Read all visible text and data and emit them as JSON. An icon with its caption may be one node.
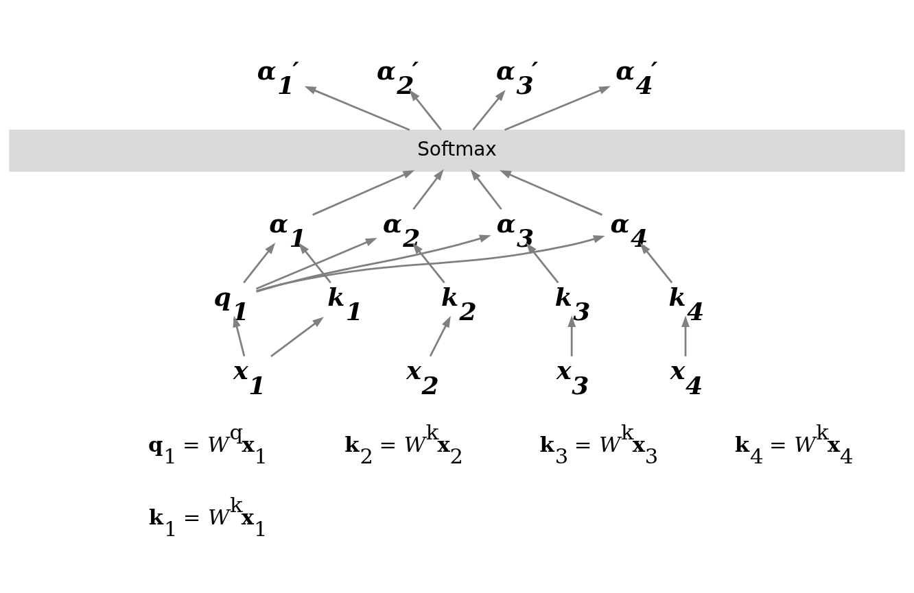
{
  "diagram": {
    "nodes": [
      {
        "text": [
          "α$_{1}$′"
        ]
      },
      {
        "text": [
          "α$_{2}$′"
        ]
      },
      {
        "text": [
          "α$_{3}$′"
        ]
      },
      {
        "text": [
          "α$_{4}$′"
        ]
      },
      {
        "text": [
          "Softmax"
        ]
      },
      {
        "text": [
          "α$_{1}$"
        ]
      },
      {
        "text": [
          "α$_{2}$"
        ]
      },
      {
        "text": [
          "α$_{3}$"
        ]
      },
      {
        "text": [
          "α$_{4}$"
        ]
      },
      {
        "text": [
          "q$_{1}$"
        ]
      },
      {
        "text": [
          "k$_{1}$"
        ]
      },
      {
        "text": [
          "k$_{2}$"
        ]
      },
      {
        "text": [
          "k$_{3}$"
        ]
      },
      {
        "text": [
          "k$_{4}$"
        ]
      },
      {
        "text": [
          "x$_{1}$"
        ]
      },
      {
        "text": [
          "x$_{2}$"
        ]
      },
      {
        "text": [
          "x$_{3}$"
        ]
      },
      {
        "text": [
          "x$_{4}$"
        ]
      }
    ],
    "edges": [
      {
        "from": 14,
        "to": 9,
        "arrow": "to"
      },
      {
        "from": 14,
        "to": 10,
        "arrow": "to"
      },
      {
        "from": 15,
        "to": 11,
        "arrow": "to"
      },
      {
        "from": 16,
        "to": 12,
        "arrow": "to"
      },
      {
        "from": 17,
        "to": 13,
        "arrow": "to"
      },
      {
        "from": 9,
        "to": 5,
        "arrow": "to"
      },
      {
        "from": 10,
        "to": 5,
        "arrow": "to"
      },
      {
        "from": 9,
        "to": 6,
        "arrow": "to"
      },
      {
        "from": 11,
        "to": 6,
        "arrow": "to"
      },
      {
        "from": 9,
        "to": 7,
        "arrow": "to"
      },
      {
        "from": 12,
        "to": 7,
        "arrow": "to"
      },
      {
        "from": 9,
        "to": 8,
        "arrow": "to"
      },
      {
        "from": 13,
        "to": 8,
        "arrow": "to"
      },
      {
        "from": 5,
        "to": 4,
        "arrow": "to"
      },
      {
        "from": 6,
        "to": 4,
        "arrow": "to"
      },
      {
        "from": 7,
        "to": 4,
        "arrow": "to"
      },
      {
        "from": 8,
        "to": 4,
        "arrow": "to"
      },
      {
        "from": 4,
        "to": 0,
        "arrow": "to"
      },
      {
        "from": 4,
        "to": 1,
        "arrow": "to"
      },
      {
        "from": 4,
        "to": 2,
        "arrow": "to"
      },
      {
        "from": 4,
        "to": 3,
        "arrow": "to"
      }
    ],
    "labels": [
      "**q**$_{1}$ = *W*$^{q}$**x**$_{1}$",
      "**k**$_{2}$ = *W*$^{k}$**x**$_{2}$",
      "**k**$_{3}$ = *W*$^{k}$**x**$_{3}$",
      "**k**$_{4}$ = *W*$^{k}$**x**$_{4}$",
      "**k**$_{1}$ = *W*$^{k}$**x**$_{1}$"
    ]
  }
}
